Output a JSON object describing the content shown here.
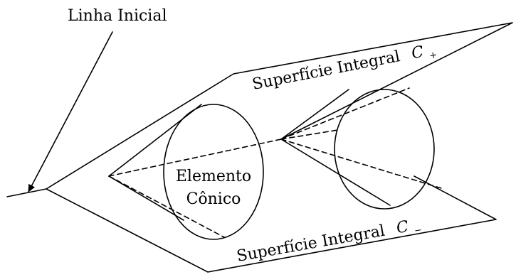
{
  "diagram": {
    "initial_line_label": "Linha Inicial",
    "surface_plus": {
      "text": "Superfície Integral",
      "symbol": "C",
      "subscript": "+"
    },
    "surface_minus": {
      "text": "Superfície Integral",
      "symbol": "C",
      "subscript": "−"
    },
    "cone_element": {
      "line1": "Elemento",
      "line2": "Cônico"
    },
    "line_color": "#000000",
    "background": "#ffffff"
  }
}
